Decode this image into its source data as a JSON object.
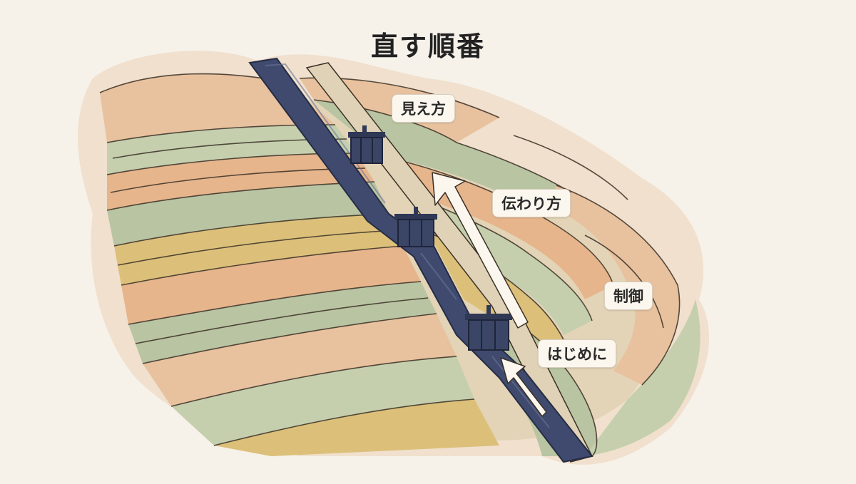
{
  "title": "直す順番",
  "steps": [
    {
      "label": "見え方"
    },
    {
      "label": "伝わり方"
    },
    {
      "label": "制御"
    },
    {
      "label": "はじめに"
    }
  ],
  "colors": {
    "background": "#f6f2ea",
    "canal": "#3f4a6e",
    "gate": "#3b4566",
    "terrace_green": "#b9c4a2",
    "terrace_orange": "#e6b58c",
    "terrace_ochre": "#dcc07a",
    "arrow_fill": "#fbf7ee",
    "ink": "#3a3026"
  }
}
